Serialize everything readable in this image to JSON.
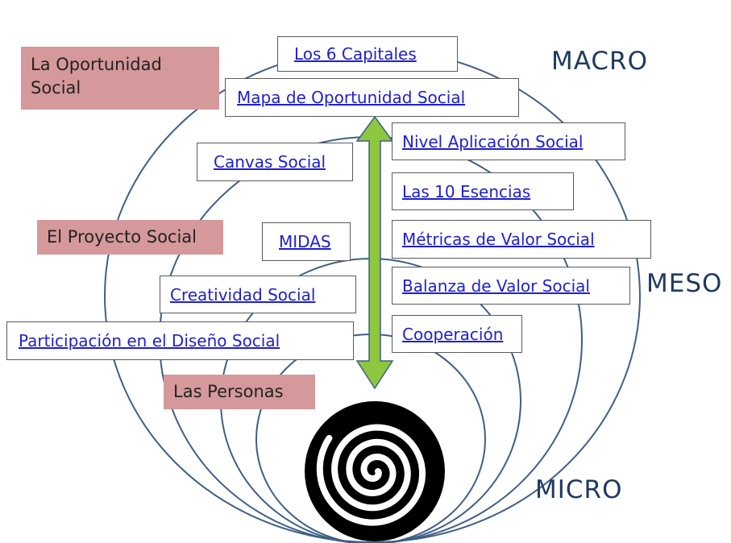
{
  "levels": {
    "macro": "MACRO",
    "meso": "MESO",
    "micro": "MICRO"
  },
  "categories": {
    "oportunidad_line1": "La Oportunidad",
    "oportunidad_line2": "Social",
    "proyecto": "El Proyecto  Social",
    "personas": "Las Personas"
  },
  "links": {
    "capitales": "Los 6 Capitales",
    "mapa": "Mapa de Oportunidad Social",
    "canvas": "Canvas Social",
    "nivel": "Nivel Aplicación Social",
    "esencias": "Las 10 Esencias",
    "midas": "MIDAS",
    "metricas": "Métricas de Valor Social",
    "creatividad": "Creatividad Social",
    "balanza": "Balanza de Valor Social",
    "participacion": "Participación en el Diseño Social",
    "cooperacion": "Cooperación"
  },
  "colors": {
    "arrow": "#8dc63f",
    "circles": "#3f5f86",
    "category_fill": "#d5999b",
    "link": "#1f1fd0"
  }
}
